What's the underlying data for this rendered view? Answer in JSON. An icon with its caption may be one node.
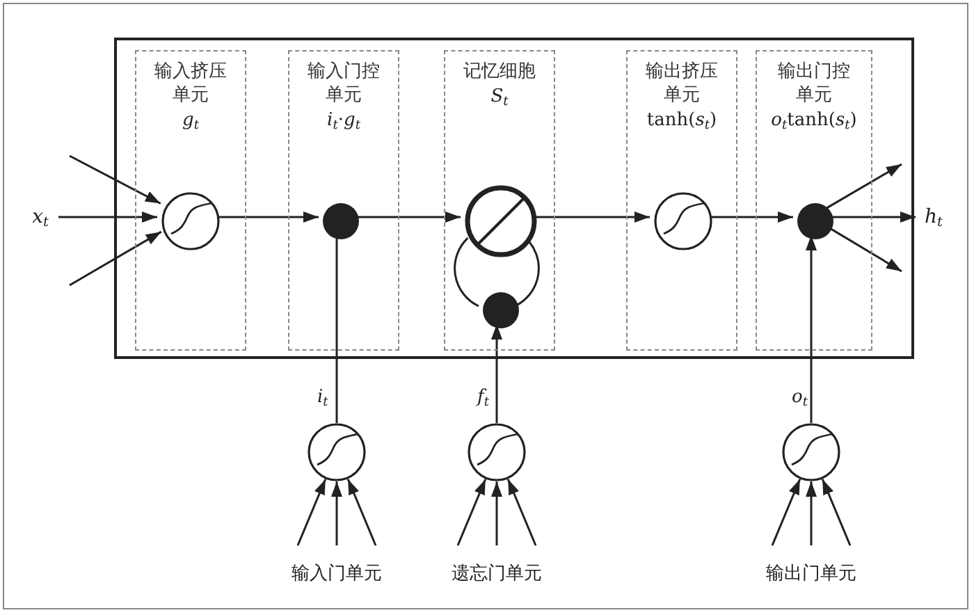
{
  "diagram": {
    "nodes": [
      {
        "text": [
          "*x*$_{t}$"
        ]
      },
      {
        "text": [],
        "shape": "box"
      },
      {
        "text": [
          "输入挤压单元",
          "*g*$_{t}$"
        ],
        "in": 1
      },
      {
        "text": [],
        "shape": "circle",
        "in": 2
      },
      {
        "text": [
          "输入门控单元",
          "*i*$_{t}$·*g*$_{t}$"
        ],
        "in": 1
      },
      {
        "text": [],
        "shape": "circle",
        "in": 4
      },
      {
        "text": [
          "记忆细胞",
          "*S*$_{t}$"
        ],
        "in": 1
      },
      {
        "text": [],
        "shape": "circle",
        "in": 6
      },
      {
        "text": [],
        "shape": "circle",
        "in": 6
      },
      {
        "text": [
          "输出挤压单元",
          "tanh(*s*$_{t}$)"
        ],
        "in": 1
      },
      {
        "text": [],
        "shape": "circle",
        "in": 9
      },
      {
        "text": [
          "输出门控单元",
          "*o*$_{t}$tanh(*s*$_{t}$)"
        ],
        "in": 1
      },
      {
        "text": [],
        "shape": "circle",
        "in": 11
      },
      {
        "text": [
          "*h*$_{t}$"
        ]
      },
      {
        "text": [],
        "shape": "circle"
      },
      {
        "text": [],
        "shape": "circle"
      },
      {
        "text": [],
        "shape": "circle"
      }
    ],
    "labels": [
      "输入门单元",
      "遗忘门单元",
      "输出门单元"
    ],
    "edges": [
      {
        "from": 0,
        "to": 3,
        "arrow": "to"
      },
      {
        "from": null,
        "to": 3,
        "arrow": "to"
      },
      {
        "from": null,
        "to": 3,
        "arrow": "to"
      },
      {
        "from": 3,
        "to": 5,
        "arrow": "to"
      },
      {
        "from": 5,
        "to": 7,
        "arrow": "to"
      },
      {
        "from": 7,
        "to": 8,
        "arrow": "none"
      },
      {
        "from": 7,
        "to": 10,
        "arrow": "to"
      },
      {
        "from": 10,
        "to": 12,
        "arrow": "to"
      },
      {
        "from": 12,
        "to": 13,
        "arrow": "to"
      },
      {
        "from": 12,
        "to": null,
        "arrow": "to"
      },
      {
        "from": 12,
        "to": null,
        "arrow": "to"
      },
      {
        "from": 14,
        "to": 5,
        "arrow": "none",
        "label": "*i*$_{t}$"
      },
      {
        "from": 15,
        "to": 8,
        "arrow": "to",
        "label": "*f*$_{t}$"
      },
      {
        "from": 16,
        "to": 12,
        "arrow": "to",
        "label": "*o*$_{t}$"
      },
      {
        "from": null,
        "to": 14,
        "arrow": "to"
      },
      {
        "from": null,
        "to": 14,
        "arrow": "to"
      },
      {
        "from": null,
        "to": 14,
        "arrow": "to"
      },
      {
        "from": null,
        "to": 15,
        "arrow": "to"
      },
      {
        "from": null,
        "to": 15,
        "arrow": "to"
      },
      {
        "from": null,
        "to": 15,
        "arrow": "to"
      },
      {
        "from": null,
        "to": 16,
        "arrow": "to"
      },
      {
        "from": null,
        "to": 16,
        "arrow": "to"
      },
      {
        "from": null,
        "to": 16,
        "arrow": "to"
      }
    ]
  }
}
